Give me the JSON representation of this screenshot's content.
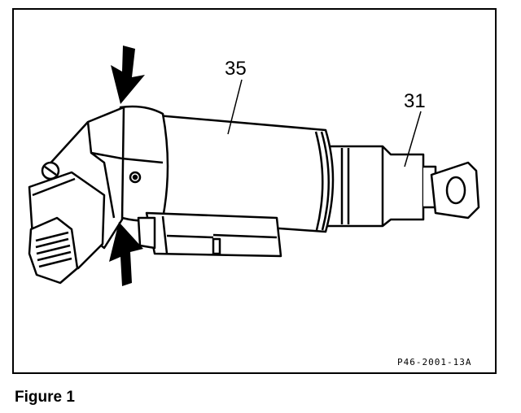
{
  "figure": {
    "caption": "Figure 1",
    "reference_code": "P46-2001-13A",
    "callouts": [
      {
        "id": "35",
        "text": "35"
      },
      {
        "id": "31",
        "text": "31"
      }
    ],
    "arrows": [
      "arrow-top",
      "arrow-bottom"
    ]
  }
}
